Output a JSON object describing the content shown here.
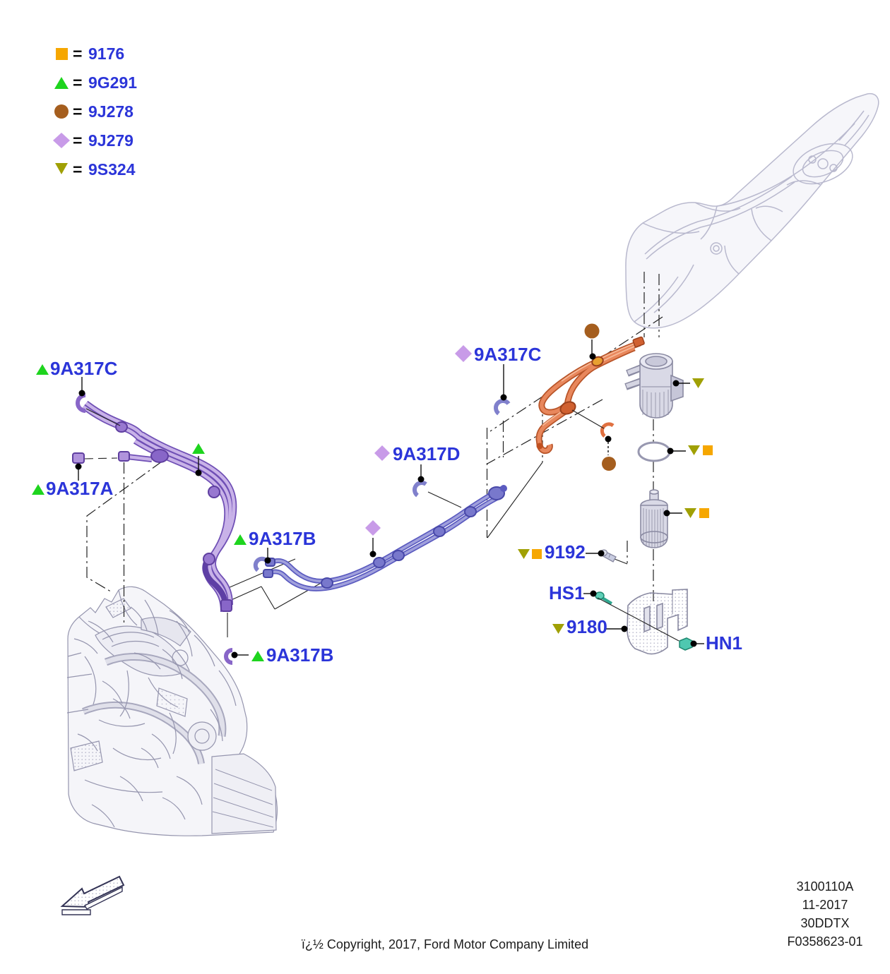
{
  "colors": {
    "label_blue": "#2B35D9",
    "orange": "#F6A700",
    "green": "#1ED41E",
    "brown": "#A55E1E",
    "violet": "#C89BE8",
    "olive": "#A0A004"
  },
  "legend": {
    "equals_sign": "=",
    "items": [
      {
        "symbol": "orange-square",
        "label": "9176"
      },
      {
        "symbol": "green-triangle-up",
        "label": "9G291"
      },
      {
        "symbol": "brown-circle",
        "label": "9J278"
      },
      {
        "symbol": "violet-diamond",
        "label": "9J279"
      },
      {
        "symbol": "olive-triangle-down",
        "label": "9S324"
      }
    ]
  },
  "callouts": {
    "left_clip_c": {
      "marker": "green-triangle-up",
      "label": "9A317C"
    },
    "left_fitting_a": {
      "marker": "green-triangle-up",
      "label": "9A317A"
    },
    "mid_clip_b": {
      "marker": "green-triangle-up",
      "label": "9A317B"
    },
    "bottom_clip_b": {
      "marker": "green-triangle-up",
      "label": "9A317B"
    },
    "clip_d": {
      "marker": "violet-diamond",
      "label": "9A317D"
    },
    "mid_clip_c": {
      "marker": "violet-diamond",
      "label": "9A317C"
    },
    "screw_9192": {
      "markers": [
        "olive-triangle-down",
        "orange-square"
      ],
      "label": "9192"
    },
    "screw_hs1": {
      "label": "HS1"
    },
    "bracket_9180": {
      "marker": "olive-triangle-down",
      "label": "9180"
    },
    "nut_hn1": {
      "label": "HN1"
    }
  },
  "footer": {
    "copyright": "ï¿½ Copyright, 2017, Ford Motor Company Limited",
    "doc_number": "3100110A",
    "date": "11-2017",
    "code": "30DDTX",
    "figure_number": "F0358623-01"
  }
}
